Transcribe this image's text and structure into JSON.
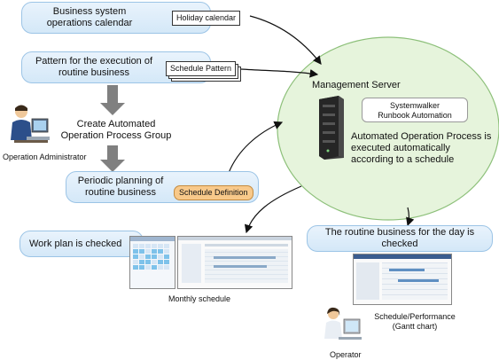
{
  "boxes": {
    "calendar": "Business system operations calendar",
    "pattern": "Pattern for the execution of routine business",
    "planning": "Periodic planning of routine business",
    "workplan": "Work plan is checked",
    "routine": "The routine business for the day is checked"
  },
  "tags": {
    "holiday": "Holiday calendar",
    "schedule_pattern": "Schedule Pattern",
    "schedule_definition": "Schedule Definition"
  },
  "server": {
    "title": "Management Server",
    "product_line1": "Systemwalker",
    "product_line2": "Runbook Automation",
    "desc": "Automated Operation Process is executed automatically according to a schedule"
  },
  "labels": {
    "create_group": "Create Automated Operation Process Group",
    "admin": "Operation Administrator",
    "monthly": "Monthly schedule",
    "gantt": "Schedule/Performance (Gantt chart)",
    "operator": "Operator"
  },
  "colors": {
    "box_fill": "#d4e8f8",
    "ellipse_fill": "#e6f4dc",
    "ellipse_border": "#8dc07a",
    "tag_orange": "#f8c98a",
    "arrow_gray": "#808080"
  },
  "icons": [
    "admin-person-icon",
    "operator-person-icon",
    "server-icon"
  ]
}
